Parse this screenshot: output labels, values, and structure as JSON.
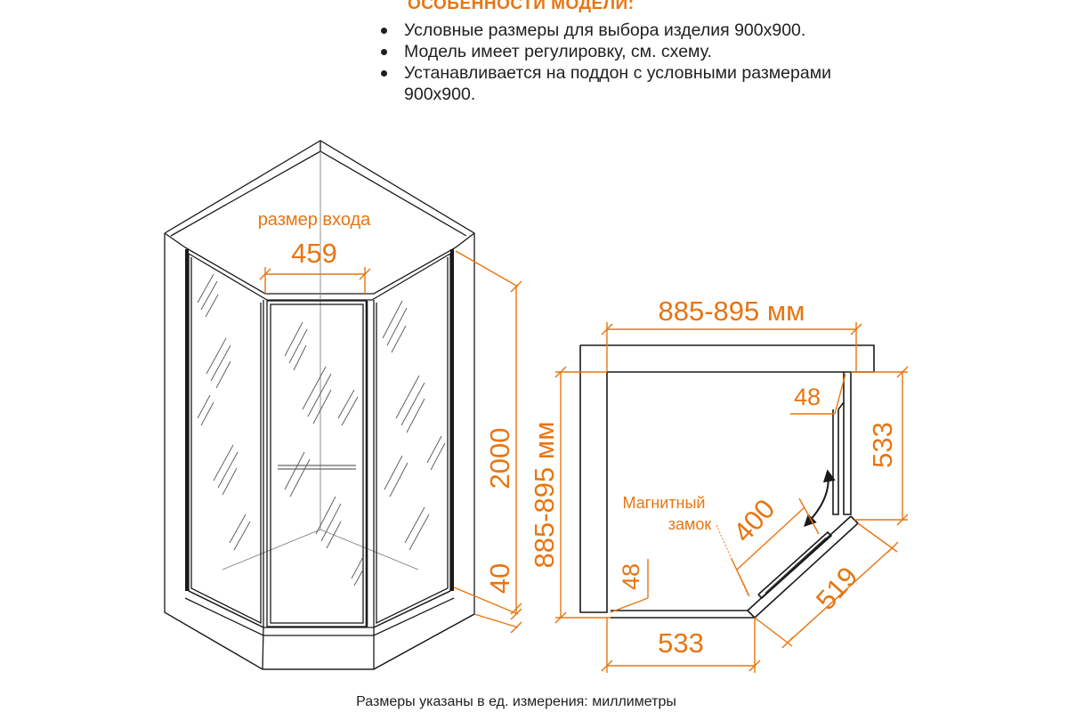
{
  "features": {
    "title": "ОСОБЕННОСТИ МОДЕЛИ:",
    "items": [
      "Условные размеры для выбора изделия 900х900.",
      "Модель имеет регулировку, см. схему.",
      "Устанавливается на поддон с условными размерами",
      "900х900."
    ]
  },
  "front_view": {
    "entrance_label": "размер входа",
    "entrance_width": "459",
    "height": "2000",
    "base_height": "40"
  },
  "plan_view": {
    "width_range": "885-895 мм",
    "depth_range": "885-895 мм",
    "profile_top": "48",
    "profile_left": "48",
    "side_right": "533",
    "side_bottom": "533",
    "door_width": "400",
    "diagonal": "519",
    "magnetic_lock_line1": "Магнитный",
    "magnetic_lock_line2": "замок"
  },
  "footer": {
    "note": "Размеры указаны в ед. измерения: миллиметры"
  },
  "colors": {
    "accent": "#e87511",
    "ink": "#1a1a1a"
  }
}
